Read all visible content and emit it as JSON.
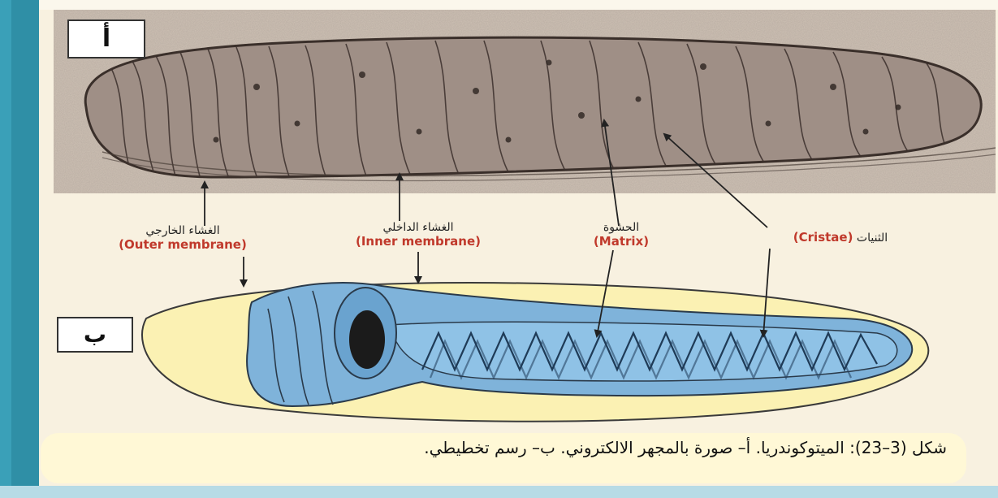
{
  "panel_labels": {
    "a": "أ",
    "b": "ب"
  },
  "labels": {
    "outer_ar": "الغشاء الخارجي",
    "outer_en": "(Outer membrane)",
    "inner_ar": "الغشاء الداخلي",
    "inner_en": "(Inner membrane)",
    "matrix_ar": "الحشوة",
    "matrix_en": "(Matrix)",
    "cristae_ar": "الثنيات",
    "cristae_en": "(Cristae)"
  },
  "caption": "شكل (3–23): الميتوكوندريا. أ– صورة بالمجهر الالكتروني. ب– رسم تخطيطي."
}
